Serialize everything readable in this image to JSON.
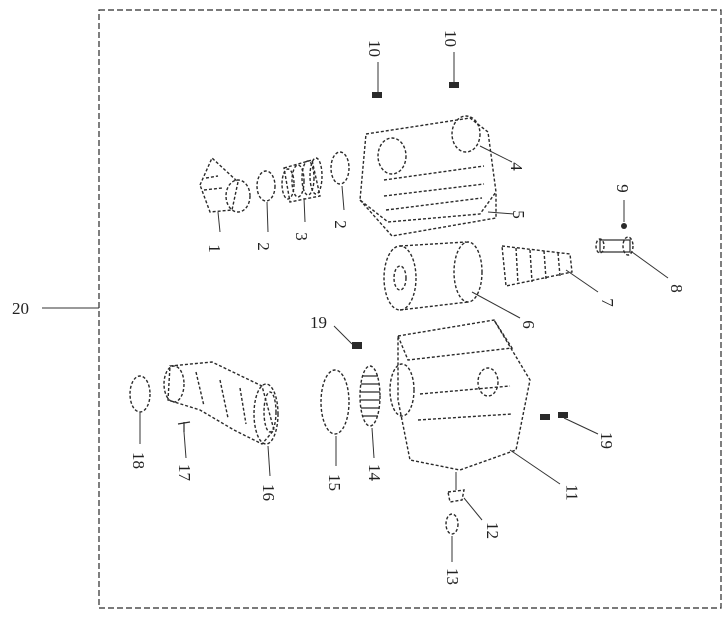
{
  "diagram": {
    "type": "exploded-parts-diagram",
    "callouts": [
      {
        "id": "c1",
        "text": "1"
      },
      {
        "id": "c2a",
        "text": "2"
      },
      {
        "id": "c3",
        "text": "3"
      },
      {
        "id": "c2b",
        "text": "2"
      },
      {
        "id": "c10a",
        "text": "10"
      },
      {
        "id": "c10b",
        "text": "10"
      },
      {
        "id": "c4",
        "text": "4"
      },
      {
        "id": "c5",
        "text": "5"
      },
      {
        "id": "c9",
        "text": "9"
      },
      {
        "id": "c6",
        "text": "6"
      },
      {
        "id": "c7",
        "text": "7"
      },
      {
        "id": "c8",
        "text": "8"
      },
      {
        "id": "c19a",
        "text": "19"
      },
      {
        "id": "c19b",
        "text": "19"
      },
      {
        "id": "c20",
        "text": "20"
      },
      {
        "id": "c18",
        "text": "18"
      },
      {
        "id": "c17",
        "text": "17"
      },
      {
        "id": "c16",
        "text": "16"
      },
      {
        "id": "c15",
        "text": "15"
      },
      {
        "id": "c14",
        "text": "14"
      },
      {
        "id": "c11",
        "text": "11"
      },
      {
        "id": "c12",
        "text": "12"
      },
      {
        "id": "c13",
        "text": "13"
      }
    ]
  }
}
